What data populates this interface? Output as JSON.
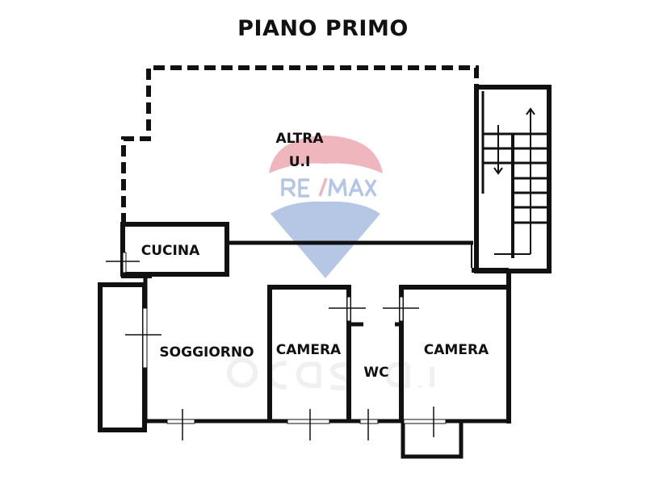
{
  "title": "PIANO PRIMO",
  "rooms": {
    "altra_line1": "ALTRA",
    "altra_line2": "U.I",
    "cucina": "CUCINA",
    "soggiorno": "SOGGIORNO",
    "camera_1": "CAMERA",
    "wc": "WC",
    "camera_2": "CAMERA"
  },
  "watermarks": {
    "logo": "RE/MAX",
    "site": "casa.it"
  },
  "colors": {
    "wall": "#111111",
    "logo_red": "#e8a0a8",
    "logo_blue": "#9fb4d8"
  }
}
